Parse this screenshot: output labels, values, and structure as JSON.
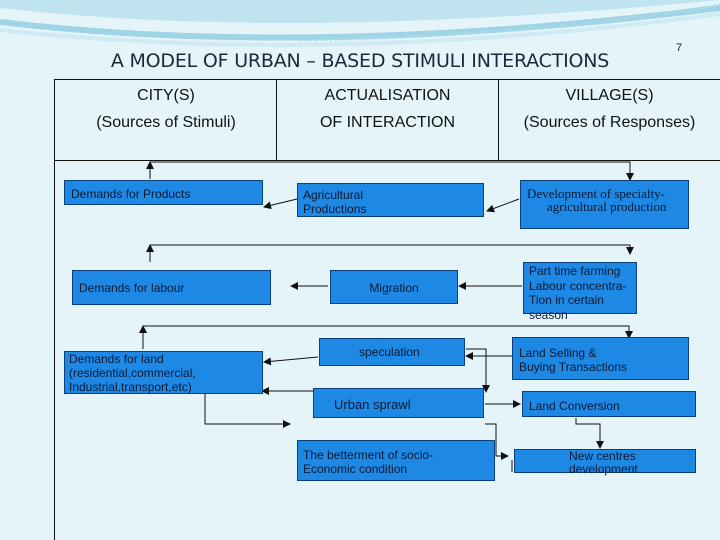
{
  "slide": {
    "number": "7",
    "title": "A MODEL OF URBAN – BASED STIMULI INTERACTIONS"
  },
  "columns": {
    "city_line1": "CITY(S)",
    "city_line2": "(Sources of Stimuli)",
    "act_line1": "ACTUALISATION",
    "act_line2": "OF INTERACTION",
    "village_line1": "VILLAGE(S)",
    "village_line2": "(Sources of Responses)"
  },
  "boxes": {
    "demand_products": "Demands for Products",
    "demand_labour": "Demands for labour",
    "demand_land_1": "Demands for land",
    "demand_land_2": "(residential,commercial,",
    "demand_land_3": "Industrial,transport,etc)",
    "agri_1": "Agricultural",
    "agri_2": "Productions",
    "migration": "Migration",
    "speculation": "speculation",
    "urban_sprawl": "Urban sprawl",
    "betterment_1": "The betterment of socio-",
    "betterment_2": "Economic condition",
    "specialty_1": "Development of specialty-",
    "specialty_2": "agricultural production",
    "parttime_1": "Part time farming",
    "parttime_2": "Labour concentra-",
    "parttime_3": "Tion in certain",
    "parttime_4": "season",
    "land_selling_1": "Land Selling &",
    "land_selling_2": "Buying Transactions",
    "land_conversion": "Land Conversion",
    "new_centres_1": "New centres",
    "new_centres_2": "development"
  },
  "colors": {
    "background": "#e4f4f8",
    "box_fill": "#1e88e5",
    "box_border": "#0d3f7a",
    "line": "#111111"
  }
}
